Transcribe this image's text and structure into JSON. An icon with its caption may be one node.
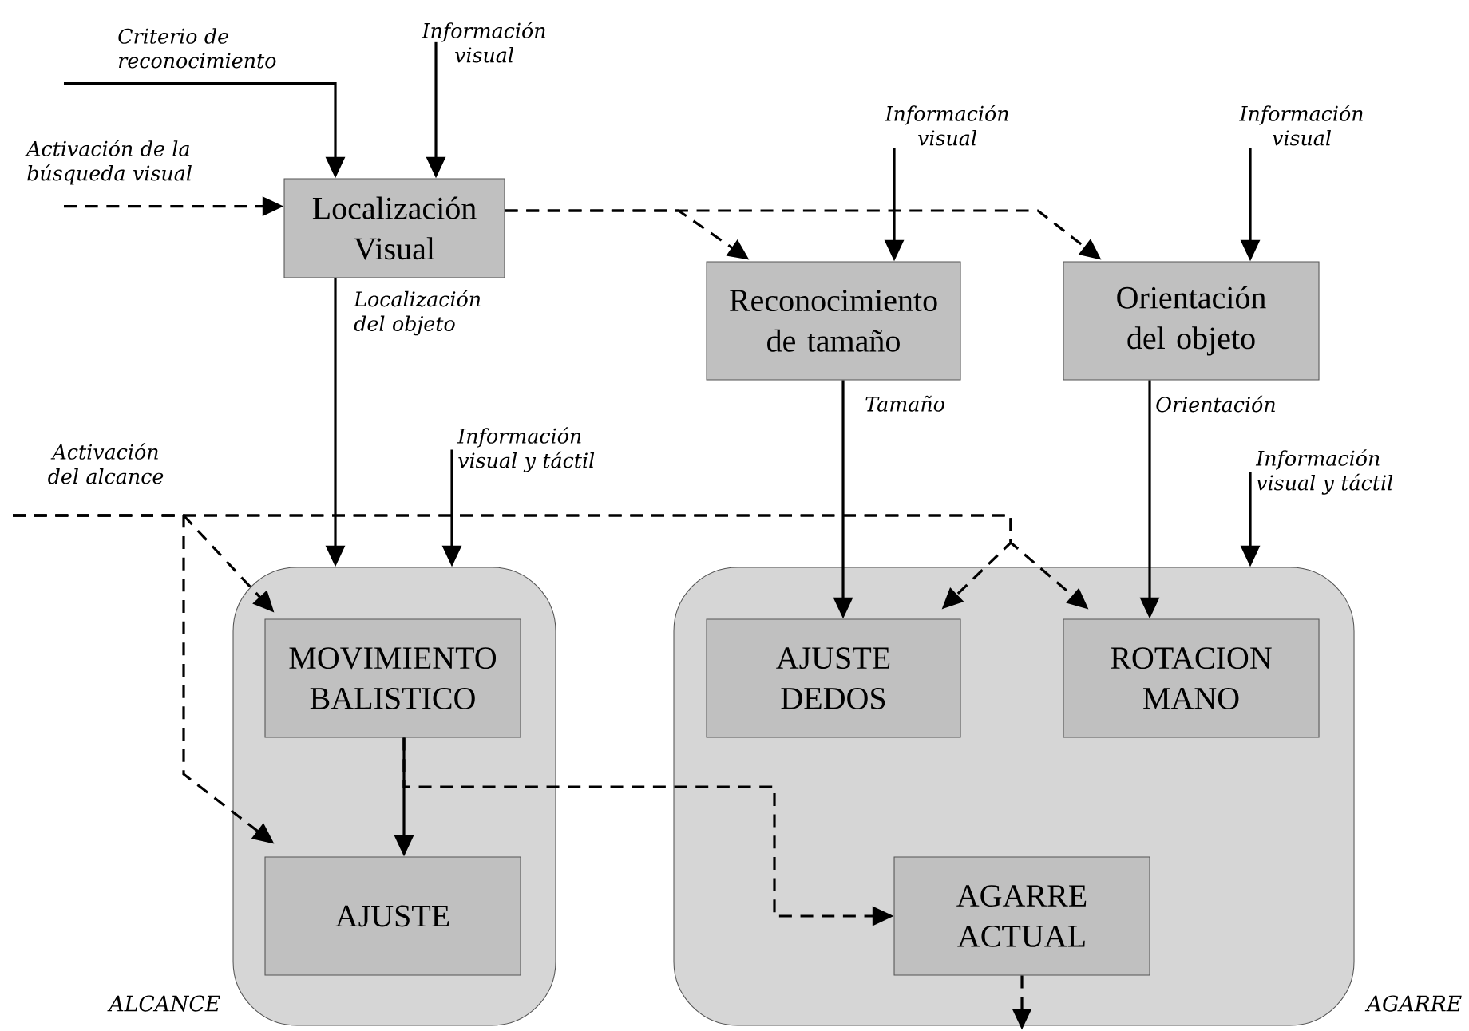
{
  "diagram": {
    "nodes": [
      {
        "text": [
          "Localización Visual"
        ]
      },
      {
        "text": [
          "Reconocimiento de tamaño"
        ]
      },
      {
        "text": [
          "Orientación del objeto"
        ]
      },
      {
        "text": [
          "ALCANCE"
        ]
      },
      {
        "text": [
          "MOVIMIENTO BALISTICO"
        ],
        "in": 3
      },
      {
        "text": [
          "AJUSTE"
        ],
        "in": 3
      },
      {
        "text": [
          "AGARRE"
        ]
      },
      {
        "text": [
          "AJUSTE DEDOS"
        ],
        "in": 6
      },
      {
        "text": [
          "ROTACION MANO"
        ],
        "in": 6
      },
      {
        "text": [
          "AGARRE ACTUAL"
        ],
        "in": 6
      },
      {
        "text": [
          "Criterio de reconocimiento"
        ]
      },
      {
        "text": [
          "Información visual"
        ]
      },
      {
        "text": [
          "Activación de la búsqueda visual"
        ]
      },
      {
        "text": [
          "Información visual"
        ]
      },
      {
        "text": [
          "Información visual"
        ]
      },
      {
        "text": [
          "Activación del alcance"
        ]
      },
      {
        "text": [
          "Información visual y táctil"
        ]
      },
      {
        "text": [
          "Información visual y táctil"
        ]
      }
    ],
    "edges": [
      {
        "from": 10,
        "to": 0,
        "arrow": "to"
      },
      {
        "from": 11,
        "to": 0,
        "arrow": "to"
      },
      {
        "from": 12,
        "to": 0,
        "arrow": "to",
        "style": "dashed"
      },
      {
        "from": 0,
        "to": 1,
        "arrow": "to",
        "style": "dashed"
      },
      {
        "from": 0,
        "to": 2,
        "arrow": "to",
        "style": "dashed"
      },
      {
        "from": 13,
        "to": 1,
        "arrow": "to"
      },
      {
        "from": 14,
        "to": 2,
        "arrow": "to"
      },
      {
        "from": 0,
        "to": 3,
        "arrow": "to",
        "label": "Localización del objeto"
      },
      {
        "from": 16,
        "to": 3,
        "arrow": "to"
      },
      {
        "from": 1,
        "to": 7,
        "arrow": "to",
        "label": "Tamaño"
      },
      {
        "from": 2,
        "to": 8,
        "arrow": "to",
        "label": "Orientación"
      },
      {
        "from": 17,
        "to": 6,
        "arrow": "to"
      },
      {
        "from": 15,
        "to": 4,
        "arrow": "to",
        "style": "dashed"
      },
      {
        "from": 15,
        "to": 5,
        "arrow": "to",
        "style": "dashed"
      },
      {
        "from": 15,
        "to": 7,
        "arrow": "to",
        "style": "dashed"
      },
      {
        "from": 15,
        "to": 8,
        "arrow": "to",
        "style": "dashed"
      },
      {
        "from": 4,
        "to": 5,
        "arrow": "to"
      },
      {
        "from": 4,
        "to": 9,
        "arrow": "to",
        "style": "dashed"
      },
      {
        "from": 9,
        "to": null,
        "arrow": "to",
        "style": "dashed"
      }
    ]
  }
}
